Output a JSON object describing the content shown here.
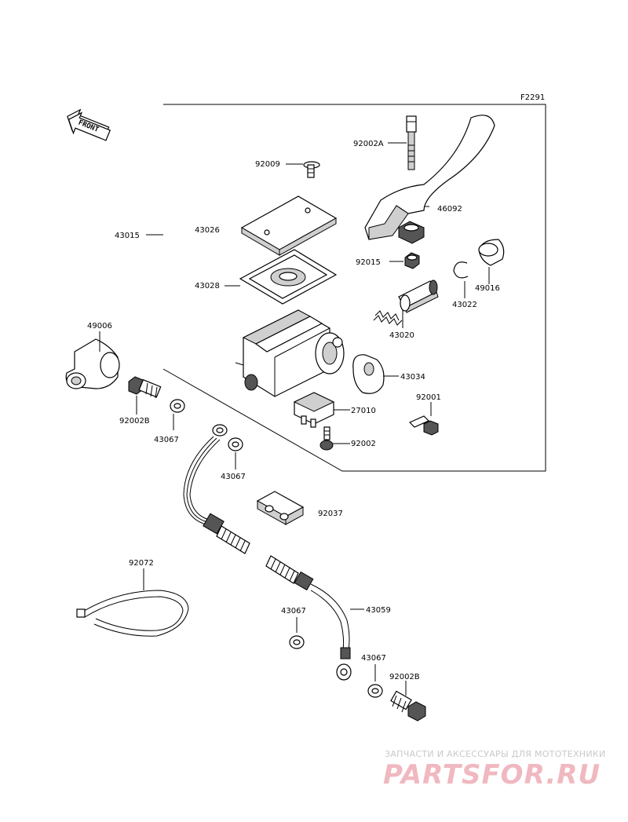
{
  "figure_code": "F2291",
  "front_label": "FRONT",
  "labels": {
    "92002A": "92002A",
    "92009": "92009",
    "46092": "46092",
    "43026": "43026",
    "43015": "43015",
    "92015": "92015",
    "43028": "43028",
    "49016": "49016",
    "43022": "43022",
    "49006": "49006",
    "43020": "43020",
    "43034": "43034",
    "92001": "92001",
    "27010": "27010",
    "92002B_upper": "92002B",
    "43067_a": "43067",
    "92002": "92002",
    "43067_b": "43067",
    "92037": "92037",
    "92072": "92072",
    "43059": "43059",
    "43067_c": "43067",
    "43067_d": "43067",
    "92002B_lower": "92002B"
  },
  "watermark": {
    "tagline": "ЗАПЧАСТИ И АКСЕССУАРЫ ДЛЯ МОТОТЕХНИКИ",
    "logo": "PARTSFOR.RU"
  }
}
